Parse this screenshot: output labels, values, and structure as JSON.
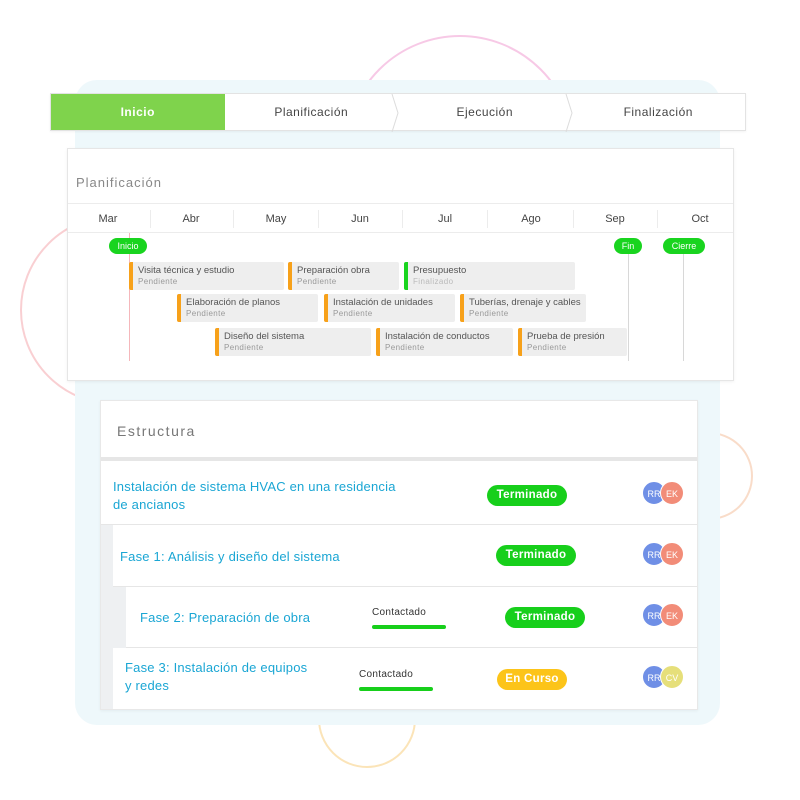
{
  "steps": [
    "Inicio",
    "Planificación",
    "Ejecución",
    "Finalización"
  ],
  "gantt": {
    "title": "Planificación",
    "months": [
      "Mar",
      "Abr",
      "May",
      "Jun",
      "Jul",
      "Ago",
      "Sep",
      "Oct"
    ],
    "milestones": [
      "Inicio",
      "Fin",
      "Cierre"
    ],
    "tasks": [
      {
        "name": "Visita técnica y estudio",
        "status": "Pendiente"
      },
      {
        "name": "Preparación obra",
        "status": "Pendiente"
      },
      {
        "name": "Presupuesto",
        "status": "Finalizado"
      },
      {
        "name": "Elaboración de planos",
        "status": "Pendiente"
      },
      {
        "name": "Instalación de unidades",
        "status": "Pendiente"
      },
      {
        "name": "Tuberías, drenaje y cables",
        "status": "Pendiente"
      },
      {
        "name": "Diseño del sistema",
        "status": "Pendiente"
      },
      {
        "name": "Instalación de conductos",
        "status": "Pendiente"
      },
      {
        "name": "Prueba de presión",
        "status": "Pendiente"
      }
    ]
  },
  "estructura": {
    "title": "Estructura",
    "rows": [
      {
        "name_line1": "Instalación de sistema HVAC en una residencia",
        "name_line2": "de ancianos",
        "status": "Terminado",
        "avatars": [
          "RR",
          "EK"
        ]
      },
      {
        "name": "Fase 1: Análisis y diseño del sistema",
        "status": "Terminado",
        "avatars": [
          "RR",
          "EK"
        ]
      },
      {
        "name": "Fase 2: Preparación de obra",
        "contact_label": "Contactado",
        "status": "Terminado",
        "avatars": [
          "RR",
          "EK"
        ]
      },
      {
        "name_line1": "Fase 3: Instalación de equipos",
        "name_line2": "y redes",
        "contact_label": "Contactado",
        "status": "En Curso",
        "avatars": [
          "RR",
          "CV"
        ]
      }
    ]
  },
  "colors": {
    "active_step": "#7fd34c",
    "milestone": "#19d41f",
    "task_pending": "#f7a11a",
    "task_done": "#19d41f",
    "badge_done": "#17cf1b",
    "badge_in_progress": "#fcc419",
    "link_text": "#1aa6d4"
  }
}
